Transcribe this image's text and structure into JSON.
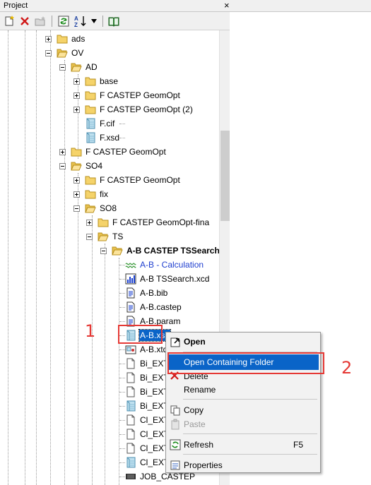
{
  "panel": {
    "title": "Project",
    "close_glyph": "×"
  },
  "toolbar": [
    {
      "name": "new-project-icon"
    },
    {
      "name": "delete-icon"
    },
    {
      "name": "new-folder-icon"
    },
    {
      "name": "refresh-icon"
    },
    {
      "name": "sort-icon",
      "label": "A↓Z"
    },
    {
      "name": "dropdown-arrow-icon",
      "label": "▼"
    },
    {
      "name": "book-icon"
    }
  ],
  "tree": {
    "rows": [
      {
        "label": "ads",
        "icon": "folder"
      },
      {
        "label": "OV",
        "icon": "folder-open"
      },
      {
        "label": "AD",
        "icon": "folder-open"
      },
      {
        "label": "base",
        "icon": "folder"
      },
      {
        "label": "F CASTEP GeomOpt",
        "icon": "folder"
      },
      {
        "label": "F CASTEP GeomOpt (2)",
        "icon": "folder"
      },
      {
        "label": "F.cif",
        "icon": "structure"
      },
      {
        "label": "F.xsd",
        "icon": "structure"
      },
      {
        "label": "F CASTEP GeomOpt",
        "icon": "folder"
      },
      {
        "label": "SO4",
        "icon": "folder-open"
      },
      {
        "label": "F CASTEP GeomOpt",
        "icon": "folder"
      },
      {
        "label": "fix",
        "icon": "folder"
      },
      {
        "label": "SO8",
        "icon": "folder-open"
      },
      {
        "label": "F CASTEP GeomOpt-fina",
        "icon": "folder"
      },
      {
        "label": "TS",
        "icon": "folder-open"
      },
      {
        "label": "A-B CASTEP TSSearch",
        "icon": "folder-open"
      },
      {
        "label": "A-B - Calculation",
        "icon": "calculation"
      },
      {
        "label": "A-B TSSearch.xcd",
        "icon": "chart"
      },
      {
        "label": "A-B.bib",
        "icon": "text-file"
      },
      {
        "label": "A-B.castep",
        "icon": "text-file"
      },
      {
        "label": "A-B.param",
        "icon": "text-file"
      },
      {
        "label": "A-B.xsd",
        "icon": "structure"
      },
      {
        "label": "A-B.xtd",
        "icon": "trajectory"
      },
      {
        "label": "Bi_EXT",
        "icon": "blank-file"
      },
      {
        "label": "Bi_EXT",
        "icon": "blank-file"
      },
      {
        "label": "Bi_EXT",
        "icon": "blank-file"
      },
      {
        "label": "Bi_EXT",
        "icon": "structure"
      },
      {
        "label": "Cl_EXT",
        "icon": "blank-file"
      },
      {
        "label": "Cl_EXT",
        "icon": "blank-file"
      },
      {
        "label": "Cl_EXT",
        "icon": "blank-file"
      },
      {
        "label": "Cl_EXT",
        "icon": "structure"
      },
      {
        "label": "JOB_CASTEP",
        "icon": "job-file"
      }
    ]
  },
  "context_menu": {
    "items": [
      {
        "label": "Open",
        "icon": "open-icon"
      },
      {
        "label": "Open Containing Folder"
      },
      {
        "label": "Delete",
        "icon": "delete-icon"
      },
      {
        "label": "Rename"
      },
      {
        "label": "Copy",
        "icon": "copy-icon"
      },
      {
        "label": "Paste",
        "icon": "paste-icon"
      },
      {
        "label": "Refresh",
        "shortcut": "F5",
        "icon": "refresh-icon"
      },
      {
        "label": "Properties",
        "icon": "properties-icon"
      }
    ]
  },
  "annotations": {
    "marker_1": "1",
    "marker_2": "2"
  },
  "colors": {
    "selection": "#0a64c8",
    "annotation": "#e53935",
    "calc_text": "#1f3fcf",
    "folder": "#f5d36a"
  }
}
